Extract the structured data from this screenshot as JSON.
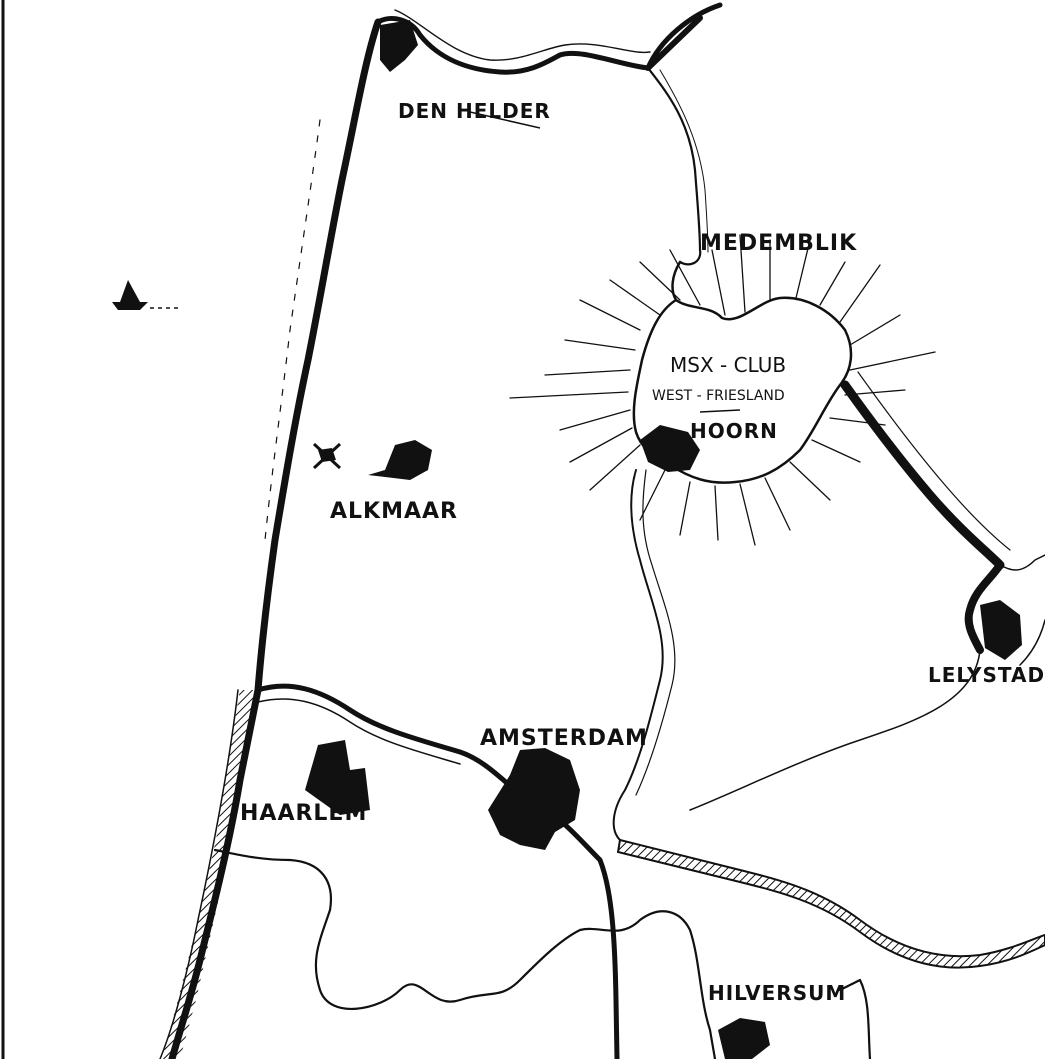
{
  "map": {
    "cities": {
      "den_helder": "DEN HELDER",
      "medemblik": "MEDEMBLIK",
      "alkmaar": "ALKMAAR",
      "hoorn": "HOORN",
      "lelystad": "LELYSTAD",
      "haarlem": "HAARLEM",
      "amsterdam": "AMSTERDAM",
      "hilversum": "HILVERSUM"
    },
    "club": {
      "line1": "MSX - CLUB",
      "line2": "WEST - FRIESLAND"
    }
  }
}
